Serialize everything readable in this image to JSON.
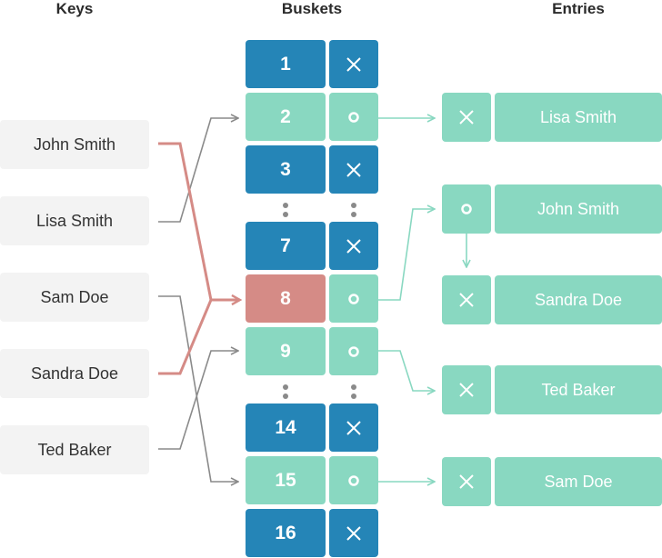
{
  "headers": {
    "keys": "Keys",
    "buckets": "Buskets",
    "entries": "Entries"
  },
  "keys": [
    "John Smith",
    "Lisa Smith",
    "Sam Doe",
    "Sandra Doe",
    "Ted Baker"
  ],
  "buckets": [
    {
      "label": "1",
      "state": "empty",
      "icon": "cross-icon"
    },
    {
      "label": "2",
      "state": "filled",
      "icon": "dot-icon"
    },
    {
      "label": "3",
      "state": "empty",
      "icon": "cross-icon"
    },
    {
      "label": "7",
      "state": "empty",
      "icon": "cross-icon"
    },
    {
      "label": "8",
      "state": "collision",
      "icon": "dot-icon"
    },
    {
      "label": "9",
      "state": "filled",
      "icon": "dot-icon"
    },
    {
      "label": "14",
      "state": "empty",
      "icon": "cross-icon"
    },
    {
      "label": "15",
      "state": "filled",
      "icon": "dot-icon"
    },
    {
      "label": "16",
      "state": "empty",
      "icon": "cross-icon"
    }
  ],
  "entries": [
    {
      "label": "Lisa Smith",
      "icon": "cross-icon"
    },
    {
      "label": "John Smith",
      "icon": "dot-icon"
    },
    {
      "label": "Sandra Doe",
      "icon": "cross-icon"
    },
    {
      "label": "Ted Baker",
      "icon": "cross-icon"
    },
    {
      "label": "Sam Doe",
      "icon": "cross-icon"
    }
  ],
  "colors": {
    "empty_bucket": "#2585b7",
    "filled_bucket": "#89d8c1",
    "collision_bucket": "#d58b86",
    "key_background": "#f3f3f3",
    "arrow_gray": "#8a8a8a",
    "arrow_collision": "#d58b86",
    "arrow_teal": "#89d8c1"
  }
}
